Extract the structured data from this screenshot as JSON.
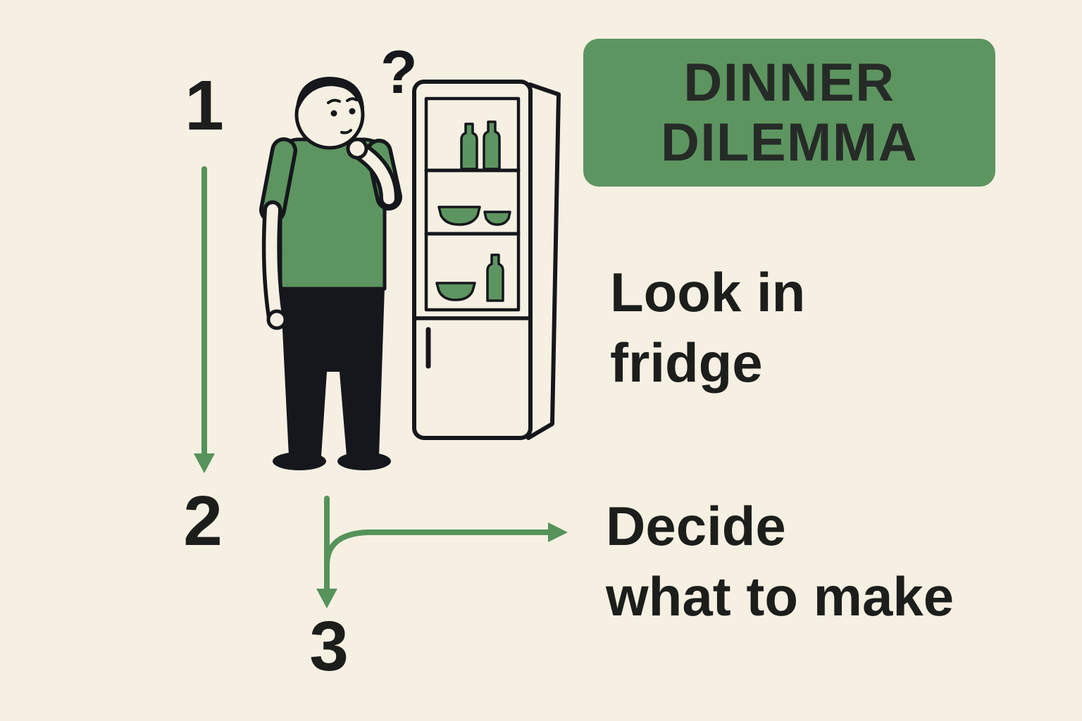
{
  "title": {
    "line1": "DINNER",
    "line2": "DILEMMA"
  },
  "steps": {
    "one": {
      "number": "1",
      "label_line1": "Look in",
      "label_line2": "fridge"
    },
    "two": {
      "number": "2",
      "label_line1": "Decide",
      "label_line2": "what to make"
    },
    "three": {
      "number": "3"
    }
  },
  "illustration": {
    "question_mark": "?"
  },
  "colors": {
    "background": "#f6f0e3",
    "accent-green": "#5d9560",
    "arrow-green": "#55935a",
    "outline": "#15171c",
    "text-dark": "#1c1e1b",
    "title-text": "#262b27"
  }
}
